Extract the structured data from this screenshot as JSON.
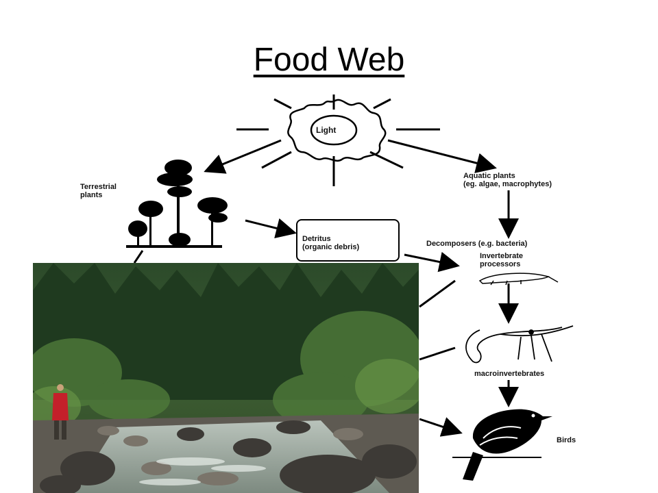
{
  "title": "Food Web",
  "labels": {
    "light": "Light",
    "terrestrial": "Terrestrial\nplants",
    "aquatic": "Aquatic plants\n(eg. algae, macrophytes)",
    "detritus": "Detritus\n(organic debris)",
    "decomposers": "Decomposers (e.g. bacteria)",
    "invertebrate": "Invertebrate\nprocessors",
    "macro": "macroinvertebrates",
    "birds": "Birds"
  },
  "photo": {
    "subject": "forest stream with boulders and a person in a red jacket"
  }
}
